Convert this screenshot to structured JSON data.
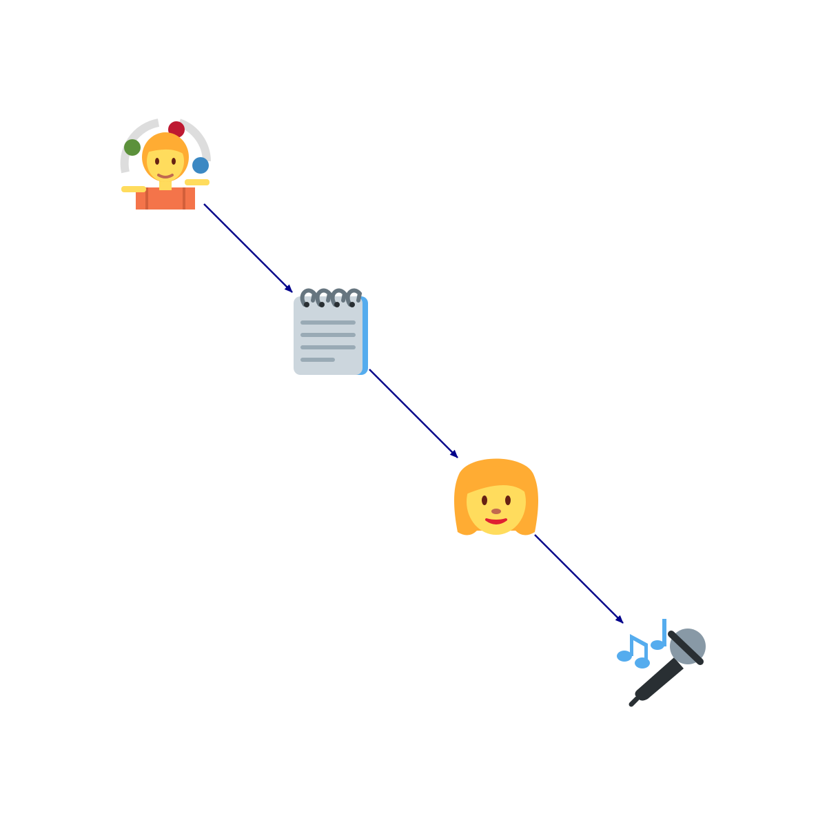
{
  "diagram": {
    "type": "flow",
    "nodes": [
      {
        "id": "juggler",
        "icon": "person-juggling-icon"
      },
      {
        "id": "notepad",
        "icon": "spiral-notepad-icon"
      },
      {
        "id": "woman",
        "icon": "woman-icon"
      },
      {
        "id": "singer",
        "icon": "microphone-music-notes-icon"
      }
    ],
    "edges": [
      {
        "from": "juggler",
        "to": "notepad"
      },
      {
        "from": "notepad",
        "to": "woman"
      },
      {
        "from": "woman",
        "to": "singer"
      }
    ],
    "colors": {
      "edge": "#00008b",
      "skin": "#ffdc5d",
      "hair": "#ffac33",
      "shirt": "#f4744a",
      "ball_red": "#be1931",
      "ball_green": "#5c913b",
      "ball_blue": "#3b88c3",
      "paper": "#ccd6dd",
      "paper_lines": "#99aab5",
      "paper_edge": "#55acee",
      "spiral": "#66757f",
      "mic_body": "#292f33",
      "mic_head": "#8899a6",
      "notes": "#55acee"
    }
  }
}
